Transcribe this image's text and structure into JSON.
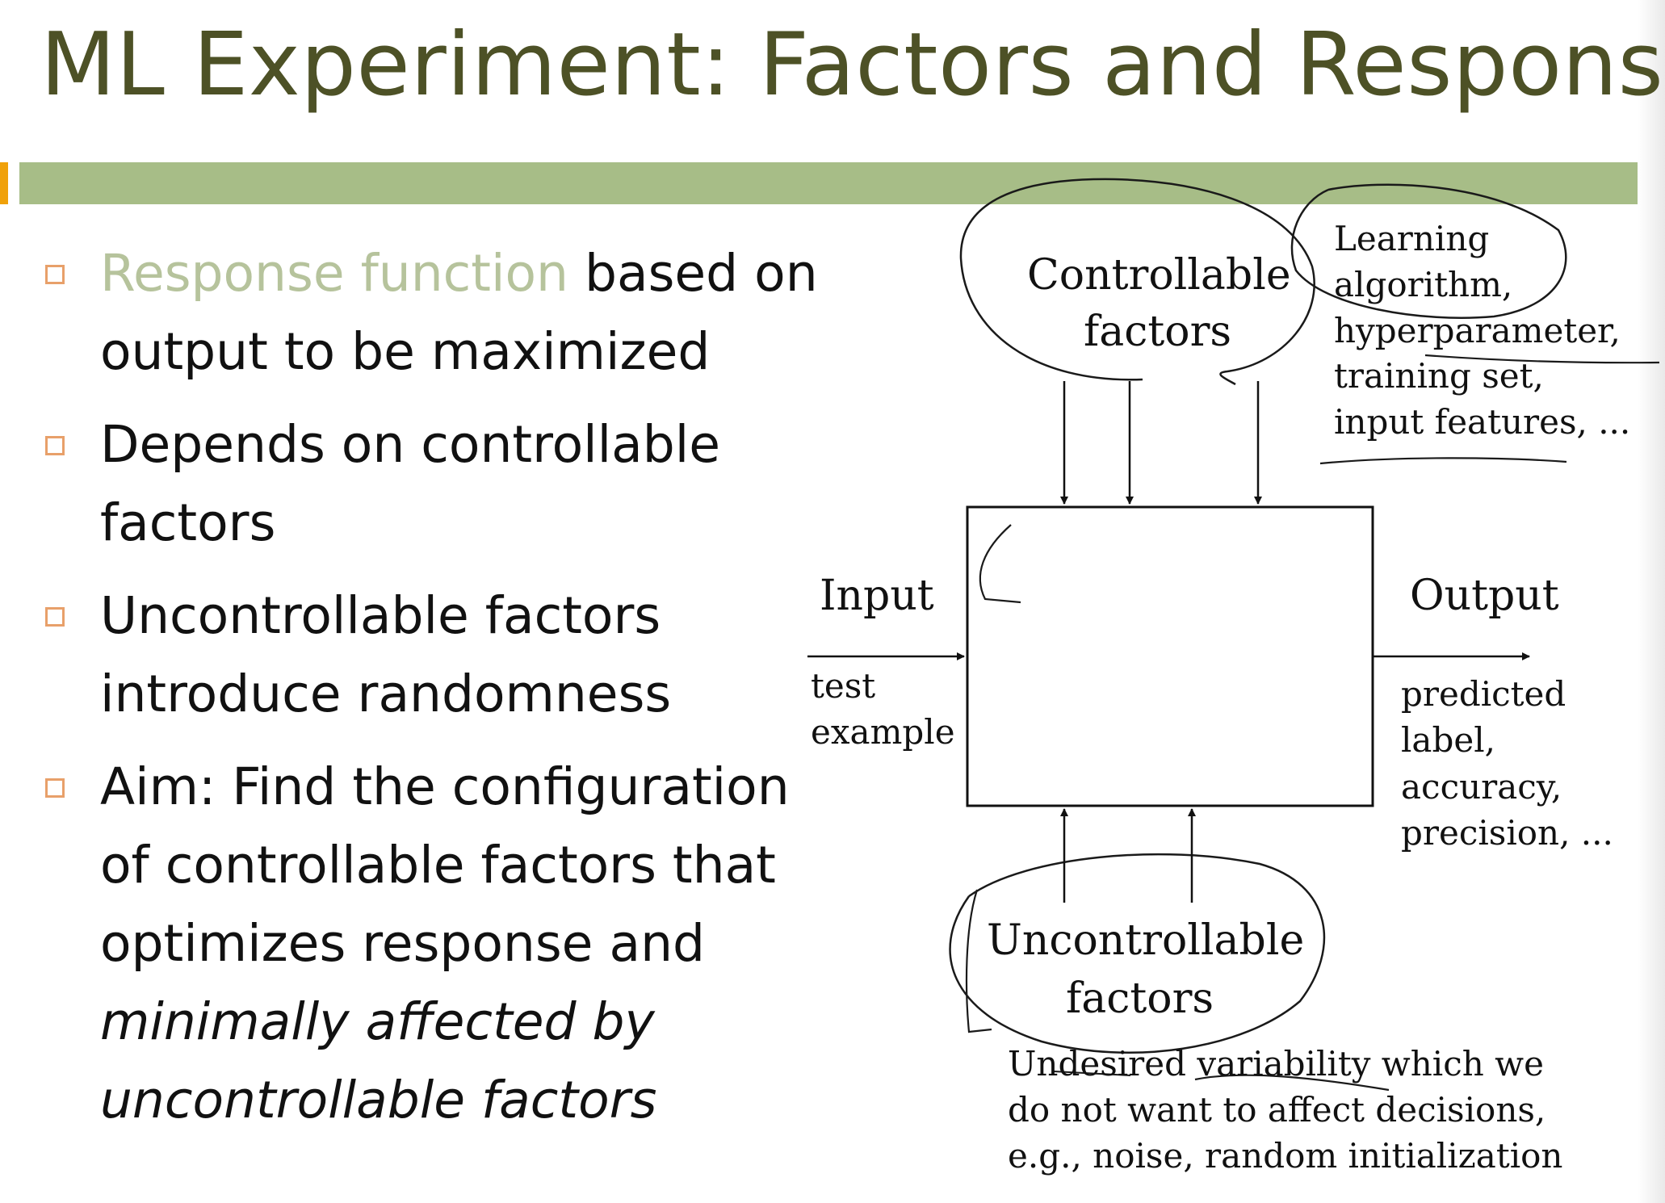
{
  "title": "ML Experiment: Factors and Response",
  "colors": {
    "title": "#4d5126",
    "title_bar": "#a7bd87",
    "accent": "#f0a10a",
    "bullet_marker": "#e8a06a",
    "highlight_text": "#b6c39c"
  },
  "bullets": [
    {
      "highlight": "Response function",
      "line1_rest": " based on",
      "line2": "output to be maximized"
    },
    {
      "line1": "Depends on controllable",
      "line2": "factors"
    },
    {
      "line1": "Uncontrollable factors",
      "line2": "introduce randomness"
    },
    {
      "line1": "Aim: Find the configuration",
      "line2": "of controllable factors that",
      "line3": "optimizes response and",
      "line4_italic": "minimally affected by",
      "line5_italic": "uncontrollable factors"
    }
  ],
  "diagram": {
    "controllable": [
      "Controllable",
      "factors"
    ],
    "controllable_note": [
      "Learning",
      "algorithm,",
      "hyperparameter,",
      "training set,",
      "input features, ..."
    ],
    "input_label": "Input",
    "input_note": [
      "test",
      "example"
    ],
    "output_label": "Output",
    "output_note": [
      "predicted",
      "label,",
      "accuracy,",
      "precision, ..."
    ],
    "uncontrollable": [
      "Uncontrollable",
      "factors"
    ],
    "uncontrollable_note": [
      "Undesired variability which we",
      "do not want to affect decisions,",
      "e.g., noise, random initialization"
    ]
  }
}
